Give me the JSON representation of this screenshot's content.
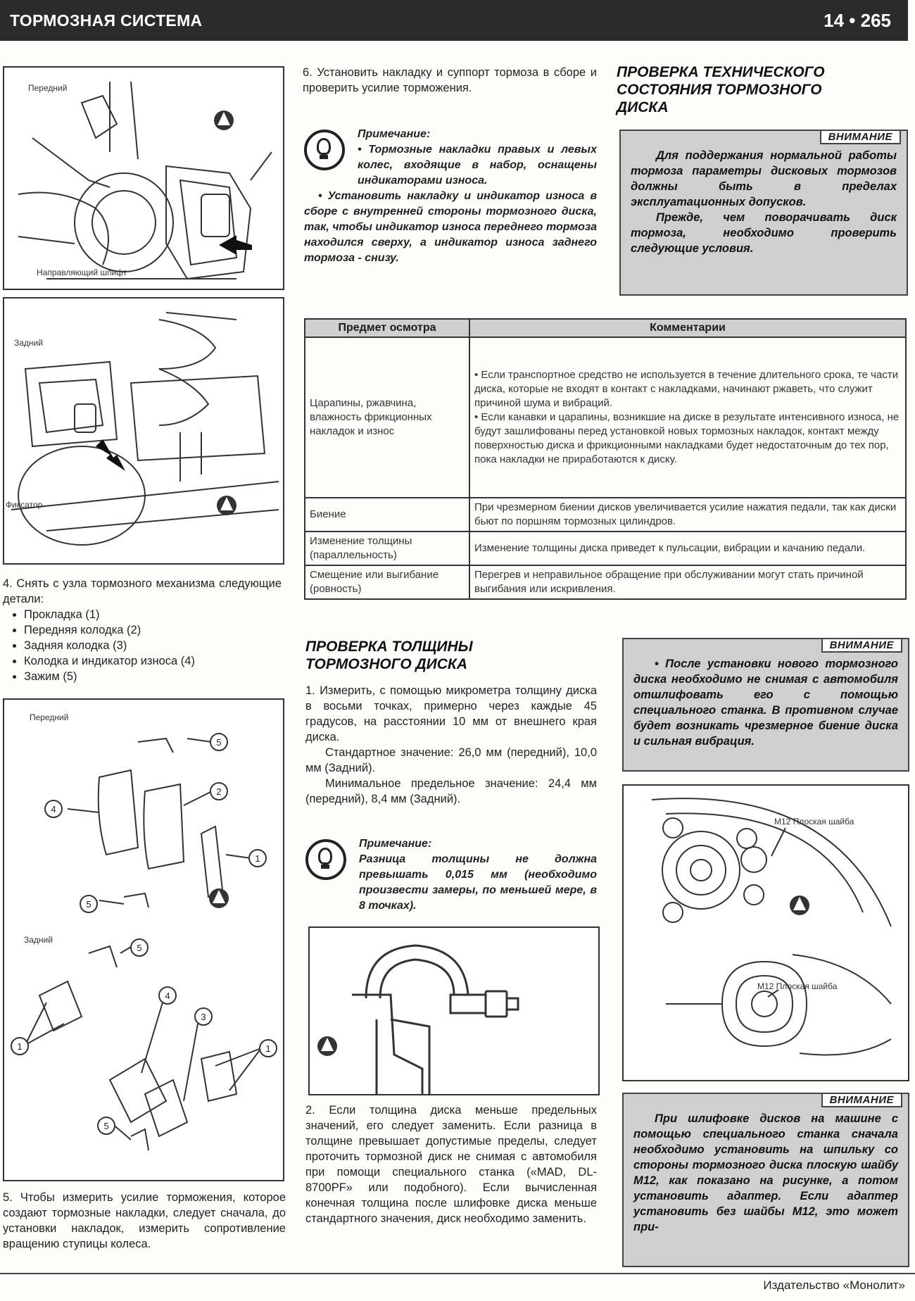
{
  "header": {
    "title": "ТОРМОЗНАЯ СИСТЕМА",
    "page": "14 • 265"
  },
  "fig1": {
    "label_front": "Передний",
    "label_pin": "Направляющий шпифт"
  },
  "fig2": {
    "label_rear": "Задний",
    "label_lock": "Фиксатор"
  },
  "fig3": {
    "label_front": "Передний",
    "label_rear": "Задний",
    "n1": "1",
    "n2": "2",
    "n3": "3",
    "n4": "4",
    "n5": "5"
  },
  "step4": {
    "text": "4. Снять с узла тормозного механизма следующие детали:",
    "items": [
      "Прокладка (1)",
      "Передняя колодка (2)",
      "Задняя колодка (3)",
      "Колодка и индикатор износа (4)",
      "Зажим (5)"
    ]
  },
  "step5": {
    "text": "5. Чтобы измерить усилие торможения, которое создают тормозные накладки, следует сначала, до установки накладок, измерить сопротивление вращению ступицы колеса."
  },
  "step6": {
    "text": "6. Установить накладку и суппорт тормоза в сборе и проверить усилие торможения."
  },
  "note1": {
    "title": "Примечание:",
    "p1": "• Тормозные накладки правых и левых колес, входящие в набор, оснащены индикаторами износа.",
    "p2": "• Установить накладку и индикатор износа в сборе с внутренней стороны тормозного диска, так, чтобы индикатор износа переднего тормоза находился сверху, а индикатор износа заднего тормоза - снизу."
  },
  "section1": {
    "title": "ПРОВЕРКА ТЕХНИЧЕСКОГО СОСТОЯНИЯ ТОРМОЗНОГО ДИСКА"
  },
  "warn1": {
    "tag": "ВНИМАНИЕ",
    "p1": "Для поддержания нормальной работы тормоза параметры дисковых тормозов должны быть в пределах эксплуатационных допусков.",
    "p2": "Прежде, чем поворачивать диск тормоза, необходимо проверить следующие условия."
  },
  "table": {
    "headers": [
      "Предмет осмотра",
      "Комментарии"
    ],
    "rows": [
      {
        "item": "Царапины, ржавчина, влажность фрикционных накладок и износ",
        "comment": "• Если транспортное средство не используется в течение длительного срока, те части диска, которые не входят в контакт с накладками, начинают ржаветь, что служит причиной шума и вибраций.\n• Если канавки и царапины, возникшие на диске в результате интенсивного износа, не будут зашлифованы перед установкой новых тормозных накладок, контакт между поверхностью диска и фрикционными накладками будет недостаточным до тех пор, пока накладки не приработаются к диску."
      },
      {
        "item": "Биение",
        "comment": "При чрезмерном биении дисков увеличивается усилие нажатия педали, так как диски бьют по поршням тормозных цилиндров."
      },
      {
        "item": "Изменение толщины (параллельность)",
        "comment": "Изменение толщины диска приведет к пульсации, вибрации и качанию педали."
      },
      {
        "item": "Смещение или выгибание (ровность)",
        "comment": "Перегрев и неправильное обращение при обслуживании могут стать причиной выгибания или искривления."
      }
    ]
  },
  "section2": {
    "title": "ПРОВЕРКА ТОЛЩИНЫ ТОРМОЗНОГО ДИСКА"
  },
  "measure": {
    "p1": "1. Измерить, с помощью микрометра толщину диска в восьми точках, примерно через каждые 45 градусов, на расстоянии 10 мм от внешнего края диска.",
    "p2": "Стандартное значение: 26,0 мм (передний), 10,0 мм (Задний).",
    "p3": "Минимальное предельное значение: 24,4 мм (передний), 8,4 мм (Задний)."
  },
  "note2": {
    "title": "Примечание:",
    "text": "Разница толщины не должна превышать 0,015 мм (необходимо произвести замеры, по меньшей мере, в 8 точках)."
  },
  "step2": {
    "text": "2. Если толщина диска меньше предельных значений, его следует заменить. Если разница в толщине превышает допустимые пределы, следует проточить тормозной диск не снимая с автомобиля при помощи специального станка («MAD, DL-8700PF» или подобного). Если вычисленная конечная толщина после шлифовке диска меньше стандартного значения, диск необходимо заменить."
  },
  "warn2": {
    "tag": "ВНИМАНИЕ",
    "text": "• После установки нового тормозного диска необходимо не снимая с автомобиля отшлифовать его с помощью специального станка. В противном случае будет возникать чрезмерное биение диска и сильная вибрация."
  },
  "fig5": {
    "label1": "M12 Плоская шайба",
    "label2": "M12 Плоская шайба"
  },
  "warn3": {
    "tag": "ВНИМАНИЕ",
    "text": "При шлифовке дисков на машине с помощью специального станка сначала необходимо установить на шпильку со стороны тормозного диска плоскую шайбу М12, как показано на рисунке, а потом установить адаптер. Если адаптер установить без шайбы М12, это может при-"
  },
  "footer": {
    "publisher": "Издательство «Монолит»"
  }
}
